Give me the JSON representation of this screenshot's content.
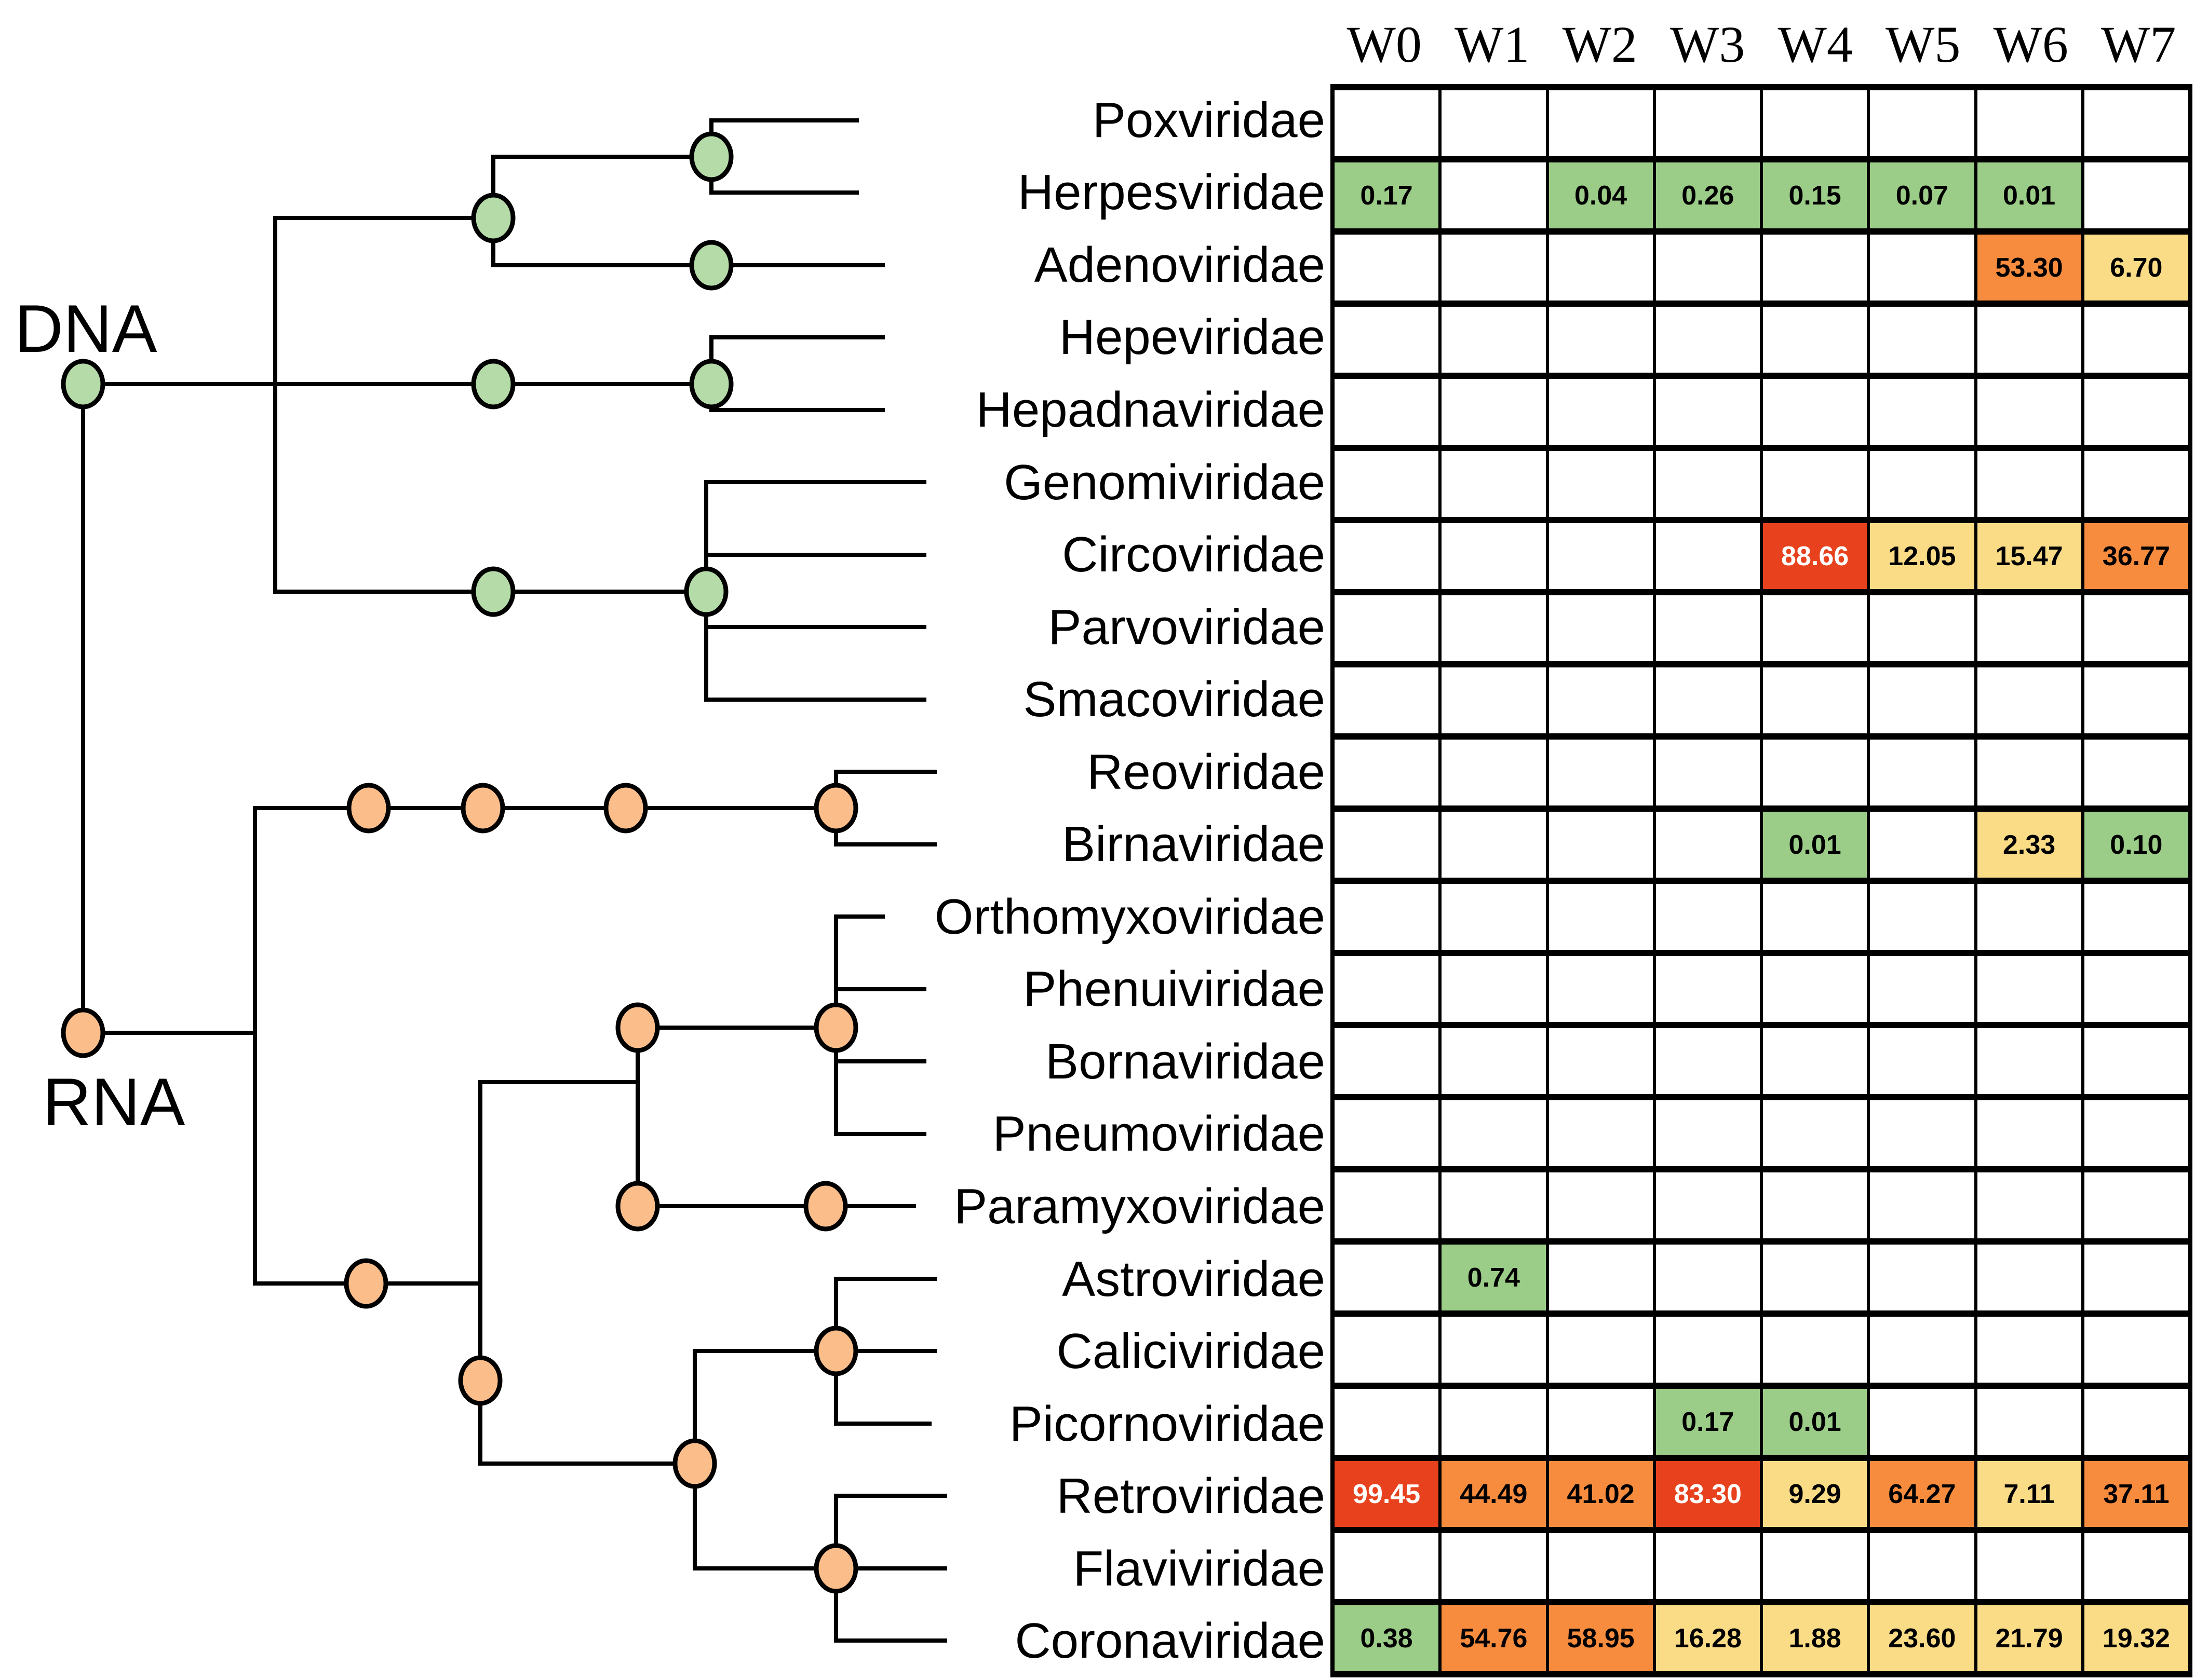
{
  "colors": {
    "green": "#9BCC88",
    "yellow": "#FADC86",
    "orange": "#F78C3E",
    "red": "#E7421D",
    "node_dna": "#B5DBA8",
    "node_rna": "#FBBE8B",
    "line": "#000000",
    "red_cell_text": "#FFFFFF",
    "background": "#FFFFFF"
  },
  "chart_data": {
    "type": "heatmap",
    "title": "",
    "columns": [
      "W0",
      "W1",
      "W2",
      "W3",
      "W4",
      "W5",
      "W6",
      "W7"
    ],
    "rows": [
      {
        "label": "Poxviridae",
        "genome": "DNA",
        "cells": []
      },
      {
        "label": "Herpesviridae",
        "genome": "DNA",
        "cells": [
          {
            "col": 0,
            "value": "0.17",
            "level": "green"
          },
          {
            "col": 2,
            "value": "0.04",
            "level": "green"
          },
          {
            "col": 3,
            "value": "0.26",
            "level": "green"
          },
          {
            "col": 4,
            "value": "0.15",
            "level": "green"
          },
          {
            "col": 5,
            "value": "0.07",
            "level": "green"
          },
          {
            "col": 6,
            "value": "0.01",
            "level": "green"
          }
        ]
      },
      {
        "label": "Adenoviridae",
        "genome": "DNA",
        "cells": [
          {
            "col": 6,
            "value": "53.30",
            "level": "orange"
          },
          {
            "col": 7,
            "value": "6.70",
            "level": "yellow"
          }
        ]
      },
      {
        "label": "Hepeviridae",
        "genome": "DNA",
        "cells": []
      },
      {
        "label": "Hepadnaviridae",
        "genome": "DNA",
        "cells": []
      },
      {
        "label": "Genomiviridae",
        "genome": "DNA",
        "cells": []
      },
      {
        "label": "Circoviridae",
        "genome": "DNA",
        "cells": [
          {
            "col": 4,
            "value": "88.66",
            "level": "red"
          },
          {
            "col": 5,
            "value": "12.05",
            "level": "yellow"
          },
          {
            "col": 6,
            "value": "15.47",
            "level": "yellow"
          },
          {
            "col": 7,
            "value": "36.77",
            "level": "orange"
          }
        ]
      },
      {
        "label": "Parvoviridae",
        "genome": "DNA",
        "cells": []
      },
      {
        "label": "Smacoviridae",
        "genome": "DNA",
        "cells": []
      },
      {
        "label": "Reoviridae",
        "genome": "RNA",
        "cells": []
      },
      {
        "label": "Birnaviridae",
        "genome": "RNA",
        "cells": [
          {
            "col": 4,
            "value": "0.01",
            "level": "green"
          },
          {
            "col": 6,
            "value": "2.33",
            "level": "yellow"
          },
          {
            "col": 7,
            "value": "0.10",
            "level": "green"
          }
        ]
      },
      {
        "label": "Orthomyxoviridae",
        "genome": "RNA",
        "cells": []
      },
      {
        "label": "Phenuiviridae",
        "genome": "RNA",
        "cells": []
      },
      {
        "label": "Bornaviridae",
        "genome": "RNA",
        "cells": []
      },
      {
        "label": "Pneumoviridae",
        "genome": "RNA",
        "cells": []
      },
      {
        "label": "Paramyxoviridae",
        "genome": "RNA",
        "cells": []
      },
      {
        "label": "Astroviridae",
        "genome": "RNA",
        "cells": [
          {
            "col": 1,
            "value": "0.74",
            "level": "green"
          }
        ]
      },
      {
        "label": "Caliciviridae",
        "genome": "RNA",
        "cells": []
      },
      {
        "label": "Picornoviridae",
        "genome": "RNA",
        "cells": [
          {
            "col": 3,
            "value": "0.17",
            "level": "green"
          },
          {
            "col": 4,
            "value": "0.01",
            "level": "green"
          }
        ]
      },
      {
        "label": "Retroviridae",
        "genome": "RNA",
        "cells": [
          {
            "col": 0,
            "value": "99.45",
            "level": "red"
          },
          {
            "col": 1,
            "value": "44.49",
            "level": "orange"
          },
          {
            "col": 2,
            "value": "41.02",
            "level": "orange"
          },
          {
            "col": 3,
            "value": "83.30",
            "level": "red"
          },
          {
            "col": 4,
            "value": "9.29",
            "level": "yellow"
          },
          {
            "col": 5,
            "value": "64.27",
            "level": "orange"
          },
          {
            "col": 6,
            "value": "7.11",
            "level": "yellow"
          },
          {
            "col": 7,
            "value": "37.11",
            "level": "orange"
          }
        ]
      },
      {
        "label": "Flaviviridae",
        "genome": "RNA",
        "cells": []
      },
      {
        "label": "Coronaviridae",
        "genome": "RNA",
        "cells": [
          {
            "col": 0,
            "value": "0.38",
            "level": "green"
          },
          {
            "col": 1,
            "value": "54.76",
            "level": "orange"
          },
          {
            "col": 2,
            "value": "58.95",
            "level": "orange"
          },
          {
            "col": 3,
            "value": "16.28",
            "level": "yellow"
          },
          {
            "col": 4,
            "value": "1.88",
            "level": "yellow"
          },
          {
            "col": 5,
            "value": "23.60",
            "level": "yellow"
          },
          {
            "col": 6,
            "value": "21.79",
            "level": "yellow"
          },
          {
            "col": 7,
            "value": "19.32",
            "level": "yellow"
          }
        ]
      }
    ],
    "tree": {
      "dna_label": "DNA",
      "rna_label": "RNA",
      "topology": {
        "DNA": [
          [
            [
              "Poxviridae",
              "Herpesviridae"
            ],
            "Adenoviridae"
          ],
          [
            "Hepeviridae",
            "Hepadnaviridae"
          ],
          [
            "Genomiviridae",
            "Circoviridae",
            "Parvoviridae",
            "Smacoviridae"
          ]
        ],
        "RNA": [
          [
            "Reoviridae",
            "Birnaviridae"
          ],
          [
            [
              [
                "Orthomyxoviridae",
                "Phenuiviridae",
                "Bornaviridae",
                "Pneumoviridae"
              ],
              "Paramyxoviridae"
            ],
            [
              [
                "Astroviridae",
                "Caliciviridae",
                "Picornoviridae"
              ],
              [
                "Retroviridae",
                "Flaviviridae",
                "Coronaviridae"
              ]
            ]
          ]
        ]
      }
    }
  }
}
